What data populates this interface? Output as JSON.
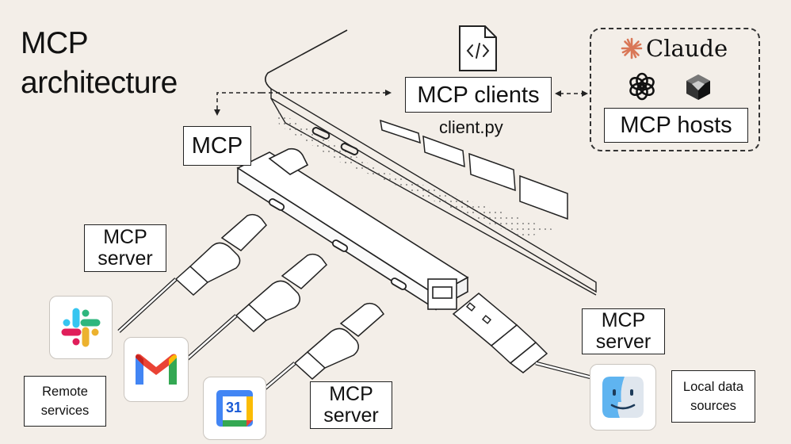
{
  "title": {
    "line1": "MCP",
    "line2": "architecture"
  },
  "labels": {
    "mcp_clients": "MCP clients",
    "client_file": "client.py",
    "mcp_hosts": "MCP hosts",
    "claude": "Claude",
    "mcp": "MCP",
    "server_top_line1": "MCP",
    "server_top_line2": "server",
    "server_right_line1": "MCP",
    "server_right_line2": "server",
    "server_bottom_line1": "MCP",
    "server_bottom_line2": "server",
    "remote_line1": "Remote",
    "remote_line2": "services",
    "local_line1": "Local data",
    "local_line2": "sources",
    "calendar_day": "31"
  },
  "icons": [
    "code-file-icon",
    "claude-star-icon",
    "openai-icon",
    "perplexity-icon",
    "slack-icon",
    "gmail-icon",
    "google-calendar-icon",
    "finder-icon"
  ],
  "colors": {
    "background": "#f3eee8",
    "claude_accent": "#d97757",
    "slack_blue": "#36c5f0",
    "slack_green": "#2eb67d",
    "slack_red": "#e01e5a",
    "slack_yellow": "#ecb22e",
    "gmail_red": "#ea4335",
    "google_blue": "#4285f4",
    "google_green": "#34a853",
    "google_yellow": "#fbbc04",
    "finder_blue": "#5fb4f0"
  }
}
